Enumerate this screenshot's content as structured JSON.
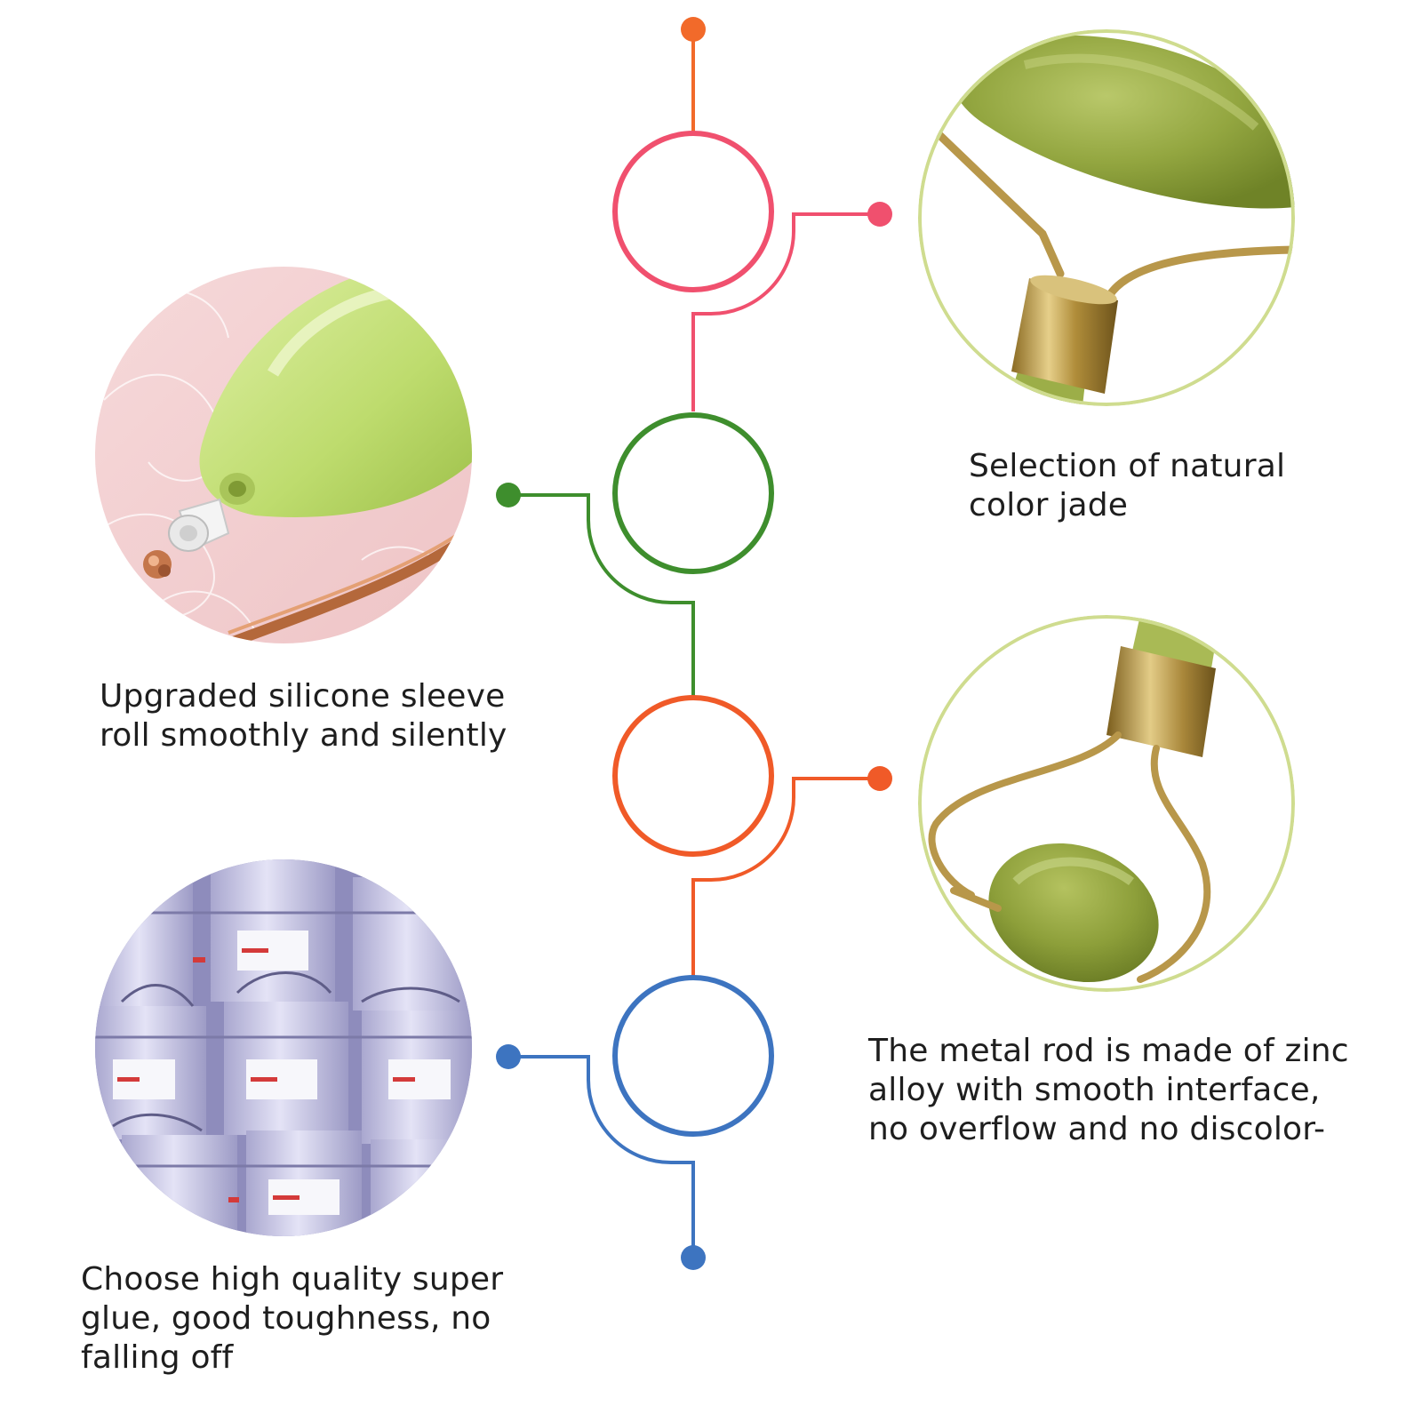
{
  "features": [
    {
      "id": "jade",
      "caption_lines": [
        "Selection of natural",
        "color jade"
      ],
      "image": "jade-roller-frame-closeup",
      "accent": "#f0506e"
    },
    {
      "id": "sleeve",
      "caption_lines": [
        "Upgraded silicone sleeve",
        "roll smoothly and silently"
      ],
      "image": "jade-roller-silicone-sleeve",
      "accent": "#3e8e2d"
    },
    {
      "id": "metal-rod",
      "caption_lines": [
        "The metal rod is made of zinc",
        "alloy with smooth interface,",
        "no overflow and no discolor-"
      ],
      "image": "zinc-alloy-metal-rod",
      "accent": "#f05a28"
    },
    {
      "id": "glue",
      "caption_lines": [
        "Choose high quality super",
        "glue, good toughness, no",
        "falling off"
      ],
      "image": "glue-buckets",
      "accent": "#3d74c0"
    }
  ],
  "colors": {
    "top_dot": "#f26a2a",
    "pink": "#f0506e",
    "green": "#3e8e2d",
    "orange": "#f05a28",
    "blue": "#3d74c0",
    "photo_ring": "#cfdc8f"
  }
}
